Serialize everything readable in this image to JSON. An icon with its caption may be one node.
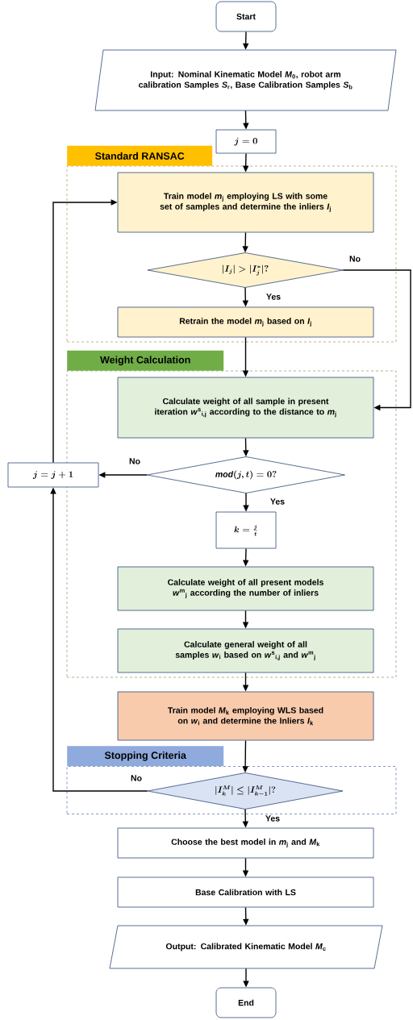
{
  "diagram": {
    "nodes": [
      {
        "text": [
          "Start"
        ]
      },
      {
        "text": [
          "Input: Nominal Kinematic Model *M*$_{0}$, robot arm calibration Samples *S*$_{r}$, Base Calibration Samples *S*$_{b}$"
        ]
      },
      {
        "text": [
          "j = 0"
        ]
      },
      {
        "text": [
          "Standard RANSAC"
        ]
      },
      {
        "text": [
          "Train model *m*$_{j}$ employing LS with some set of samples and determine the inliers *I*$_{j}$"
        ],
        "in": 3
      },
      {
        "text": [
          "\\lvert I_j\\rvert > \\lvert I_j^{*}\\rvert ?"
        ],
        "in": 3
      },
      {
        "text": [
          "Retrain the model *m*$_{j}$ based on *I*$_{j}$"
        ],
        "in": 3
      },
      {
        "text": [
          "Weight Calculation"
        ]
      },
      {
        "text": [
          "Calculate weight of all sample in present iteration *w*$^{s}$$_{i,j}$ according to the distance to *m*$_{j}$"
        ],
        "in": 7
      },
      {
        "text": [
          "\\mathit{mod}(j,t) = 0?"
        ],
        "in": 7
      },
      {
        "text": [
          "j = j + 1"
        ]
      },
      {
        "text": [
          "k = \\frac{j}{t}"
        ],
        "in": 7
      },
      {
        "text": [
          "Calculate weight of all present models *w*$^{m}$$_{j}$ according the number of inliers"
        ],
        "in": 7
      },
      {
        "text": [
          "Calculate general weight of all samples *w*$_{i}$ based on *w*$^{s}$$_{i,j}$ and *w*$^{m}$$_{j}$"
        ],
        "in": 7
      },
      {
        "text": [
          "Train model *M*$_{k}$ employing WLS based on *w*$_{i}$ and determine the Inliers *I*$_{k}$"
        ]
      },
      {
        "text": [
          "Stopping Criteria"
        ]
      },
      {
        "text": [
          "\\lvert I_k^M\\rvert \\le \\lvert I_{k-1}^M\\rvert ?"
        ],
        "in": 15
      },
      {
        "text": [
          "Choose the best model in *m*$_{j}$ and *M*$_{k}$"
        ]
      },
      {
        "text": [
          "Base Calibration with LS"
        ]
      },
      {
        "text": [
          "Output: Calibrated Kinematic Model *M*$_{c}$"
        ]
      },
      {
        "text": [
          "End"
        ]
      }
    ],
    "edges": [
      {
        "from": 0,
        "to": 1,
        "arrow": "to"
      },
      {
        "from": 1,
        "to": 2,
        "arrow": "to"
      },
      {
        "from": 2,
        "to": 4,
        "arrow": "to"
      },
      {
        "from": 4,
        "to": 5,
        "arrow": "to"
      },
      {
        "from": 5,
        "to": 6,
        "arrow": "to",
        "label": "Yes"
      },
      {
        "from": 5,
        "to": 8,
        "arrow": "to",
        "label": "No"
      },
      {
        "from": 6,
        "to": 8,
        "arrow": "to"
      },
      {
        "from": 8,
        "to": 9,
        "arrow": "to"
      },
      {
        "from": 9,
        "to": 10,
        "arrow": "to",
        "label": "No"
      },
      {
        "from": 9,
        "to": 11,
        "arrow": "to",
        "label": "Yes"
      },
      {
        "from": 11,
        "to": 12,
        "arrow": "to"
      },
      {
        "from": 12,
        "to": 13,
        "arrow": "to"
      },
      {
        "from": 13,
        "to": 14,
        "arrow": "to"
      },
      {
        "from": 14,
        "to": 16,
        "arrow": "to"
      },
      {
        "from": 16,
        "to": 17,
        "arrow": "to",
        "label": "Yes"
      },
      {
        "from": 16,
        "to": 10,
        "arrow": "to",
        "label": "No"
      },
      {
        "from": 10,
        "to": 4,
        "arrow": "to"
      },
      {
        "from": 17,
        "to": 18,
        "arrow": "to"
      },
      {
        "from": 18,
        "to": 19,
        "arrow": "to"
      },
      {
        "from": 19,
        "to": 20,
        "arrow": "to"
      }
    ]
  }
}
